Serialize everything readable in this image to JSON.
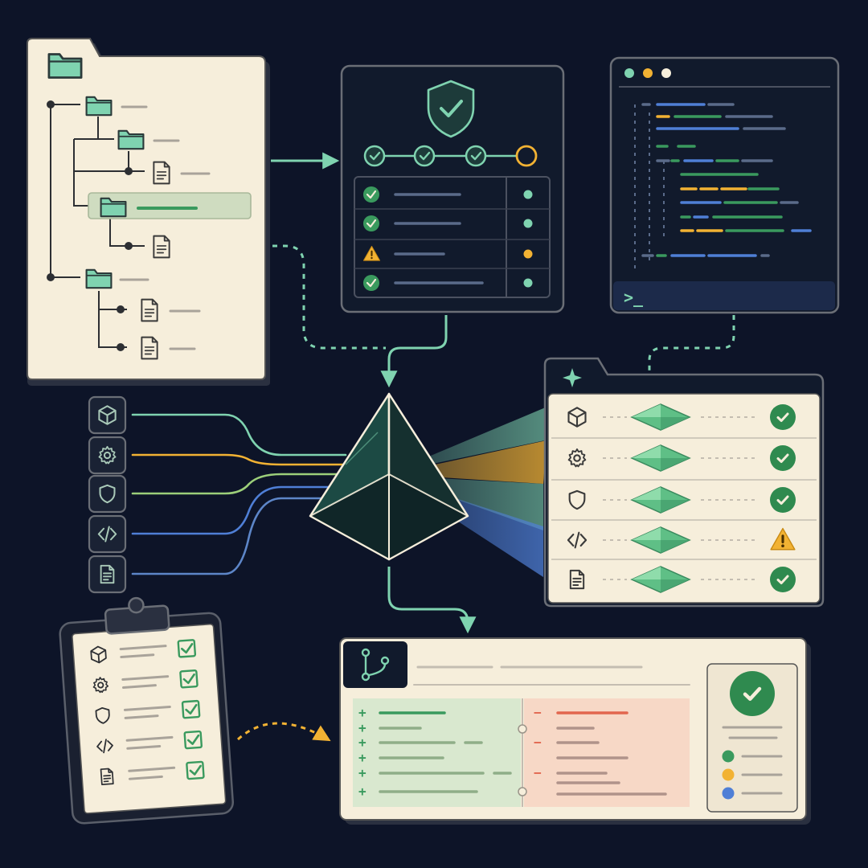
{
  "colors": {
    "background": "#0d1428",
    "cream": "#f6eedb",
    "dark_panel": "#111a2c",
    "outline": "#4a4f59",
    "mint": "#7fd3b0",
    "green": "#3a9a5e",
    "green_check": "#2f8a4f",
    "amber": "#f2b233",
    "blue": "#4f7fd6",
    "red": "#e2664e",
    "gray_line": "#a9a39a"
  },
  "file_tree": {
    "icons": [
      "folder-icon",
      "folder-icon",
      "folder-icon",
      "file-icon",
      "folder-icon",
      "file-icon",
      "folder-icon",
      "file-icon",
      "file-icon"
    ],
    "selected_index": 4
  },
  "validation": {
    "shield_icon": "shield-check-icon",
    "steps": [
      "done",
      "done",
      "done",
      "pending"
    ],
    "rows": [
      {
        "status": "ok"
      },
      {
        "status": "ok"
      },
      {
        "status": "warn"
      },
      {
        "status": "ok"
      }
    ]
  },
  "terminal": {
    "window_dots": [
      "#7fd3b0",
      "#f2b233",
      "#f6eedb"
    ],
    "prompt": ">_"
  },
  "inputs": {
    "icons": [
      "cube-icon",
      "gear-icon",
      "shield-icon",
      "code-icon",
      "document-icon"
    ],
    "line_colors": [
      "#7fd3b0",
      "#f2b233",
      "#9ccf7a",
      "#4f7fd6",
      "#5d86c8"
    ]
  },
  "results": {
    "header_icon": "sparkle-icon",
    "rows": [
      {
        "icon": "cube-icon",
        "status": "ok"
      },
      {
        "icon": "gear-icon",
        "status": "ok"
      },
      {
        "icon": "shield-icon",
        "status": "ok"
      },
      {
        "icon": "code-icon",
        "status": "warn"
      },
      {
        "icon": "document-icon",
        "status": "ok"
      }
    ]
  },
  "checklist": {
    "items": [
      {
        "icon": "cube-icon",
        "checked": true
      },
      {
        "icon": "gear-icon",
        "checked": true
      },
      {
        "icon": "shield-icon",
        "checked": true
      },
      {
        "icon": "code-icon",
        "checked": true
      },
      {
        "icon": "document-icon",
        "checked": true
      }
    ]
  },
  "diff_panel": {
    "header_icon": "git-branch-icon",
    "added_symbol": "+",
    "removed_symbol": "−",
    "legend_dots": [
      "#3a9a5e",
      "#f2b233",
      "#4f7fd6"
    ]
  }
}
